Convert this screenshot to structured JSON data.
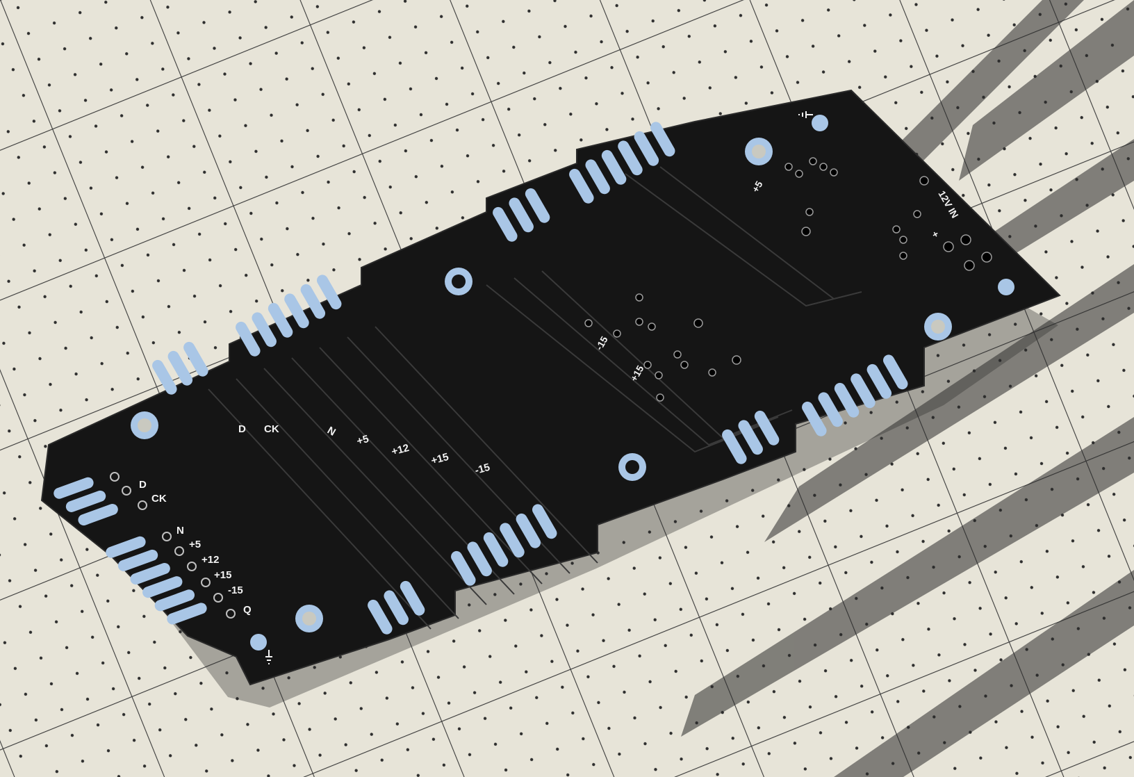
{
  "scene": {
    "description": "Black PCB (bus/backplane board) lying on a white cutting mat with grid lines and dots, with shadows of plant leaves",
    "colors": {
      "mat": "#e7e4d8",
      "mat_grid": "#3a3a3a",
      "pcb": "#151515",
      "pad": "#a9c6e6",
      "silkscreen": "#f2f2f2",
      "shadow": "#2c2c2c"
    }
  },
  "pcb": {
    "left_labels": [
      "D",
      "CK",
      "N",
      "+5",
      "+12",
      "+15",
      "-15",
      "Q"
    ],
    "bus_labels": [
      "D",
      "CK",
      "N",
      "+5",
      "+12",
      "+15",
      "-15"
    ],
    "center_labels": [
      "-15",
      "+15"
    ],
    "top_right_labels": [
      "+5",
      "12V IN",
      "+"
    ],
    "ground_symbol": "ground-icon"
  }
}
